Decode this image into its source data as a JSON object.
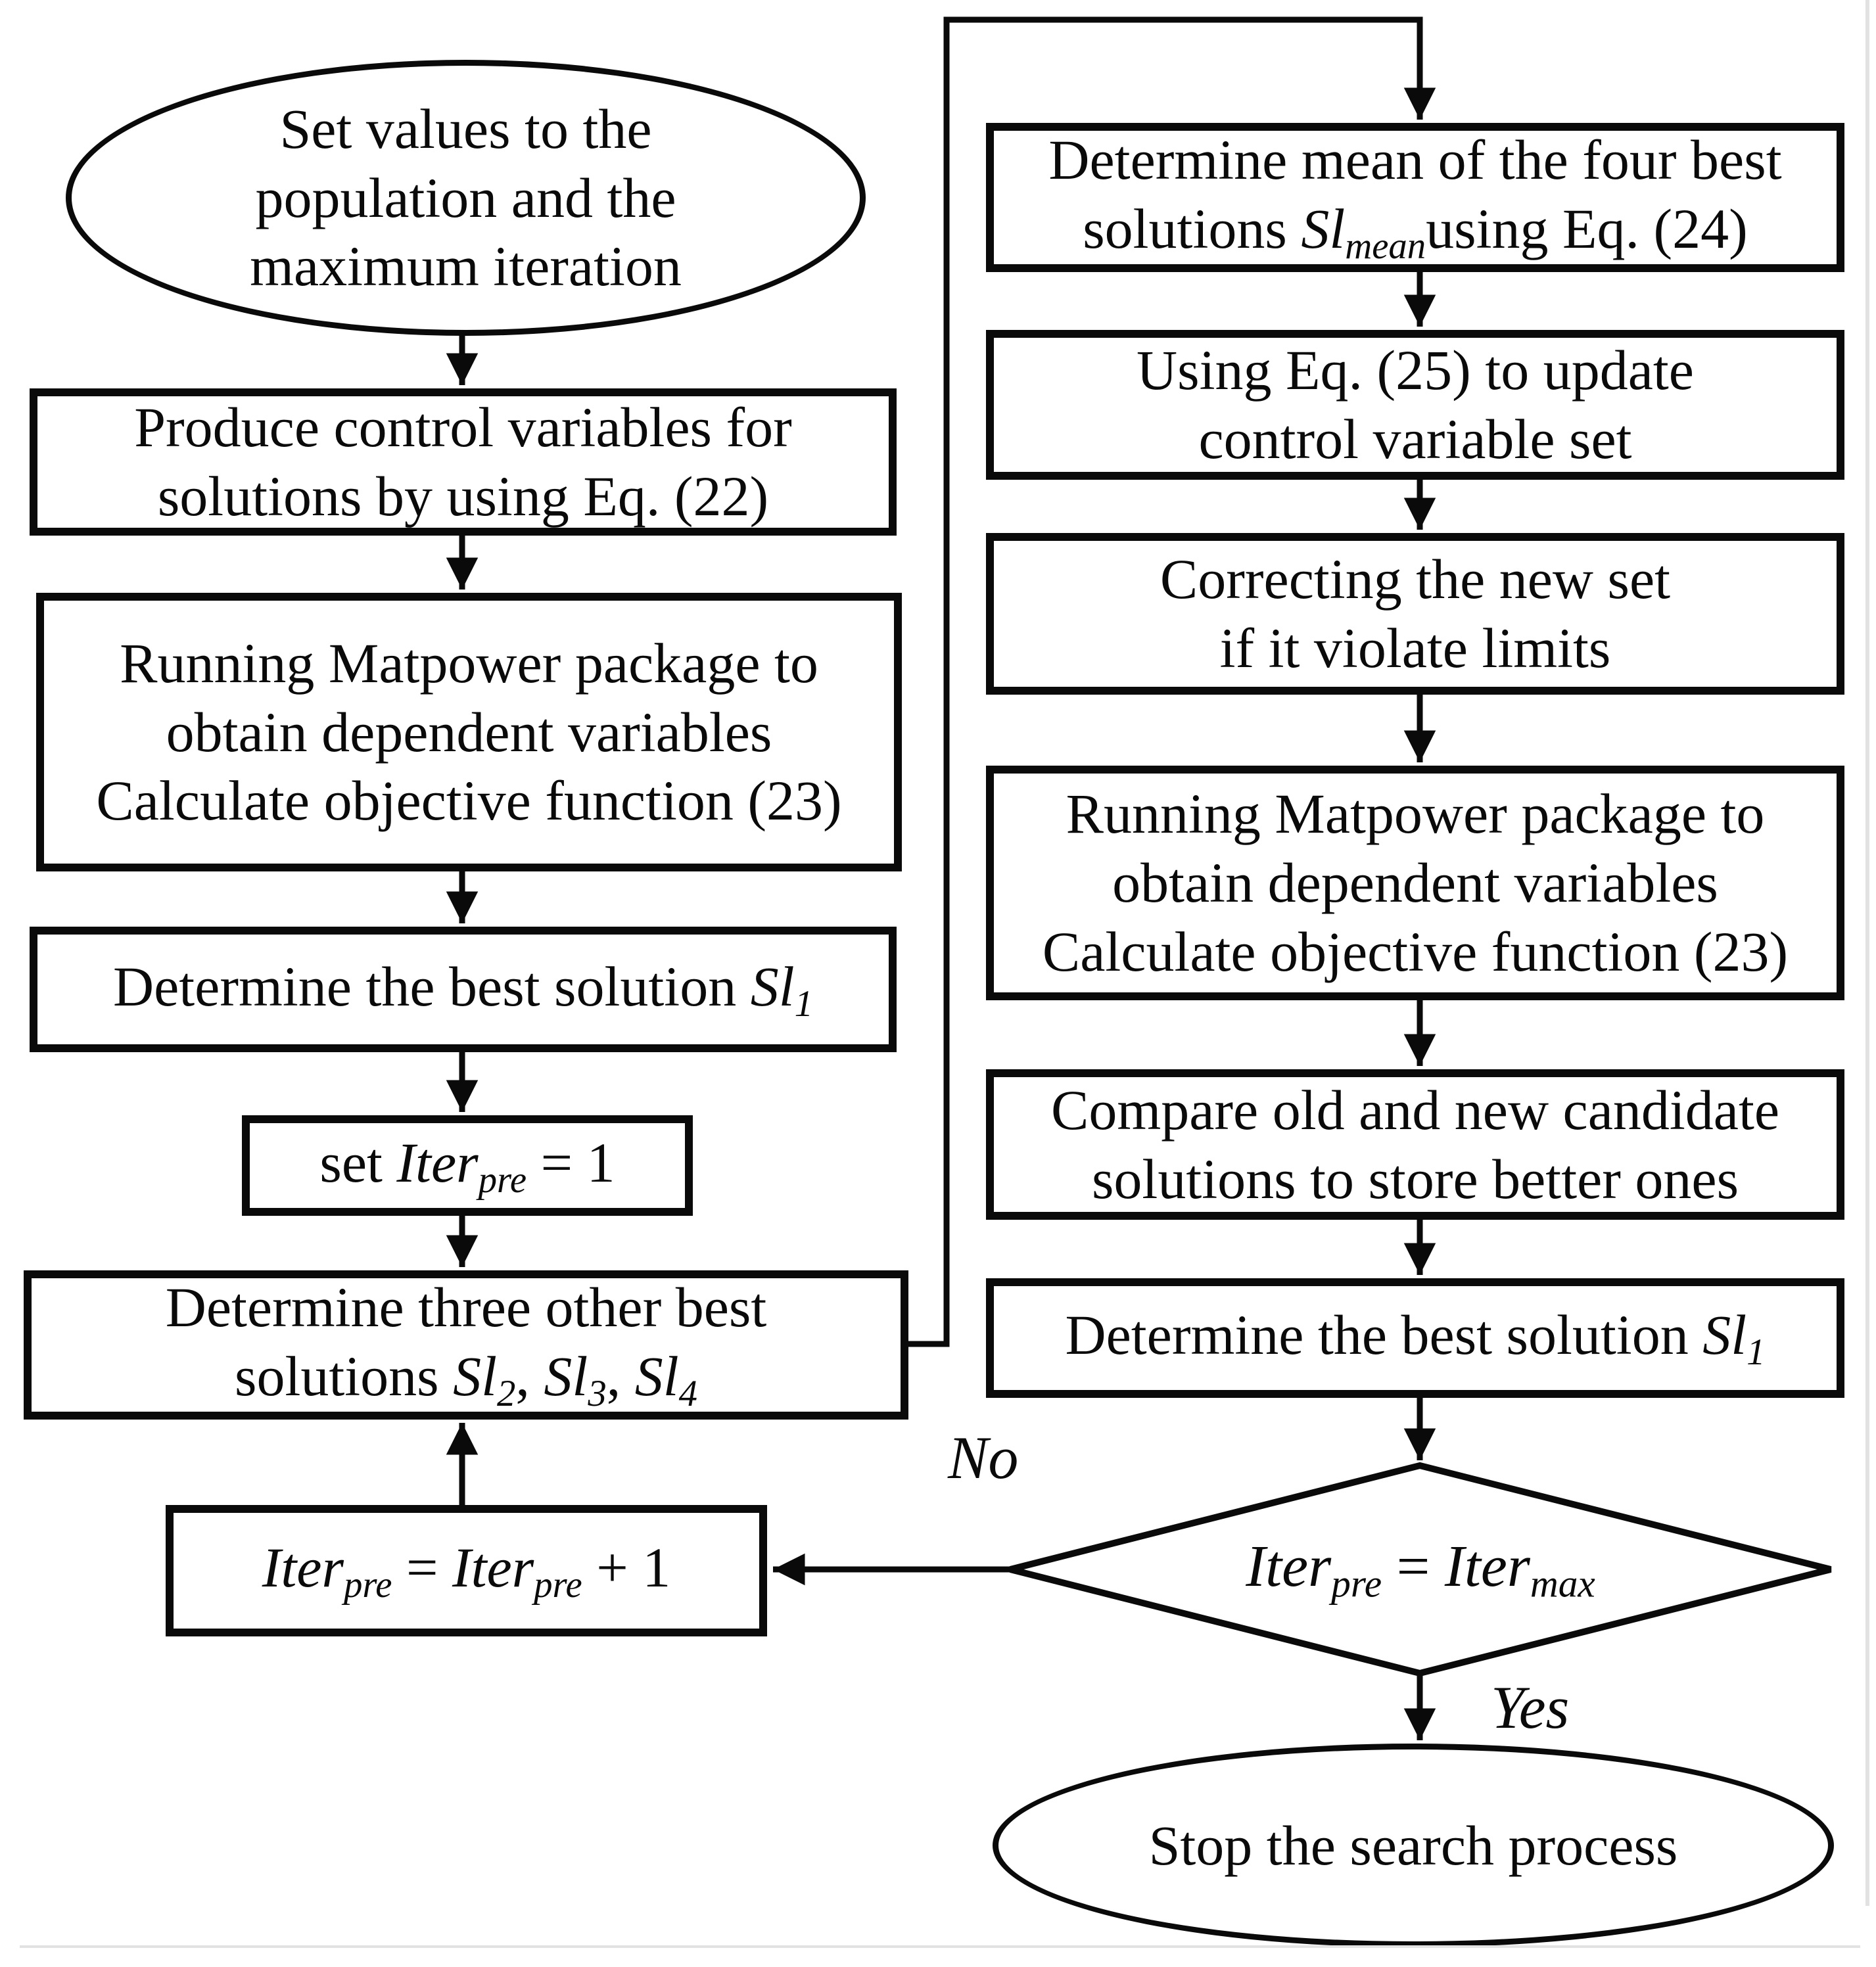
{
  "diagram": {
    "type": "flowchart",
    "colors": {
      "ink": "#0a0a0a",
      "background": "#ffffff",
      "artifact_gray": "#e2e2e2"
    },
    "nodes": {
      "start": {
        "shape": "ellipse",
        "lines": [
          [
            {
              "t": "Set values to the",
              "s": "n"
            }
          ],
          [
            {
              "t": "population and the",
              "s": "n"
            }
          ],
          [
            {
              "t": "maximum iteration",
              "s": "n"
            }
          ]
        ]
      },
      "produce": {
        "shape": "rect",
        "lines": [
          [
            {
              "t": "Produce control variables for",
              "s": "n"
            }
          ],
          [
            {
              "t": "solutions by using Eq. (22)",
              "s": "n"
            }
          ]
        ]
      },
      "matpower_left": {
        "shape": "rect",
        "lines": [
          [
            {
              "t": "Running Matpower package to",
              "s": "n"
            }
          ],
          [
            {
              "t": "obtain dependent variables",
              "s": "n"
            }
          ],
          [
            {
              "t": "Calculate objective function (23)",
              "s": "n"
            }
          ]
        ]
      },
      "best_left": {
        "shape": "rect",
        "lines": [
          [
            {
              "t": "Determine the best solution ",
              "s": "n"
            },
            {
              "t": "Sl",
              "s": "i"
            },
            {
              "t": "1",
              "s": "sub"
            }
          ]
        ]
      },
      "set_iter": {
        "shape": "rect",
        "lines": [
          [
            {
              "t": "set ",
              "s": "n"
            },
            {
              "t": "Iter",
              "s": "i"
            },
            {
              "t": "pre",
              "s": "sub"
            },
            {
              "t": " = 1",
              "s": "n"
            }
          ]
        ]
      },
      "three_best": {
        "shape": "rect",
        "lines": [
          [
            {
              "t": "Determine three other best",
              "s": "n"
            }
          ],
          [
            {
              "t": "solutions ",
              "s": "n"
            },
            {
              "t": "Sl",
              "s": "i"
            },
            {
              "t": "2",
              "s": "sub"
            },
            {
              "t": ", ",
              "s": "n"
            },
            {
              "t": "Sl",
              "s": "i"
            },
            {
              "t": "3",
              "s": "sub"
            },
            {
              "t": ", ",
              "s": "n"
            },
            {
              "t": "Sl",
              "s": "i"
            },
            {
              "t": "4",
              "s": "sub"
            }
          ]
        ]
      },
      "iter_increment": {
        "shape": "rect",
        "lines": [
          [
            {
              "t": "Iter",
              "s": "i"
            },
            {
              "t": "pre",
              "s": "sub"
            },
            {
              "t": " = ",
              "s": "n"
            },
            {
              "t": "Iter",
              "s": "i"
            },
            {
              "t": "pre",
              "s": "sub"
            },
            {
              "t": " + 1",
              "s": "n"
            }
          ]
        ]
      },
      "mean": {
        "shape": "rect",
        "lines": [
          [
            {
              "t": "Determine mean of the four best",
              "s": "n"
            }
          ],
          [
            {
              "t": "solutions ",
              "s": "n"
            },
            {
              "t": "Sl",
              "s": "i"
            },
            {
              "t": "mean",
              "s": "sub"
            },
            {
              "t": "using Eq. (24)",
              "s": "n"
            }
          ]
        ]
      },
      "update": {
        "shape": "rect",
        "lines": [
          [
            {
              "t": "Using Eq. (25) to update",
              "s": "n"
            }
          ],
          [
            {
              "t": "control variable set",
              "s": "n"
            }
          ]
        ]
      },
      "correcting": {
        "shape": "rect",
        "lines": [
          [
            {
              "t": "Correcting the new set",
              "s": "n"
            }
          ],
          [
            {
              "t": "if it violate limits",
              "s": "n"
            }
          ]
        ]
      },
      "matpower_right": {
        "shape": "rect",
        "lines": [
          [
            {
              "t": "Running Matpower package to",
              "s": "n"
            }
          ],
          [
            {
              "t": "obtain dependent variables",
              "s": "n"
            }
          ],
          [
            {
              "t": "Calculate objective function (23)",
              "s": "n"
            }
          ]
        ]
      },
      "compare": {
        "shape": "rect",
        "lines": [
          [
            {
              "t": "Compare old and new candidate",
              "s": "n"
            }
          ],
          [
            {
              "t": "solutions to store better ones",
              "s": "n"
            }
          ]
        ]
      },
      "best_right": {
        "shape": "rect",
        "lines": [
          [
            {
              "t": "Determine the best solution ",
              "s": "n"
            },
            {
              "t": "Sl",
              "s": "i"
            },
            {
              "t": "1",
              "s": "sub"
            }
          ]
        ]
      },
      "iter_check": {
        "shape": "diamond",
        "lines": [
          [
            {
              "t": "Iter",
              "s": "i"
            },
            {
              "t": "pre",
              "s": "sub"
            },
            {
              "t": " = ",
              "s": "n"
            },
            {
              "t": "Iter",
              "s": "i"
            },
            {
              "t": "max",
              "s": "sub"
            }
          ]
        ]
      },
      "stop": {
        "shape": "ellipse",
        "lines": [
          [
            {
              "t": "Stop the search process",
              "s": "n"
            }
          ]
        ]
      }
    },
    "edge_labels": {
      "no": "No",
      "yes": "Yes"
    }
  }
}
